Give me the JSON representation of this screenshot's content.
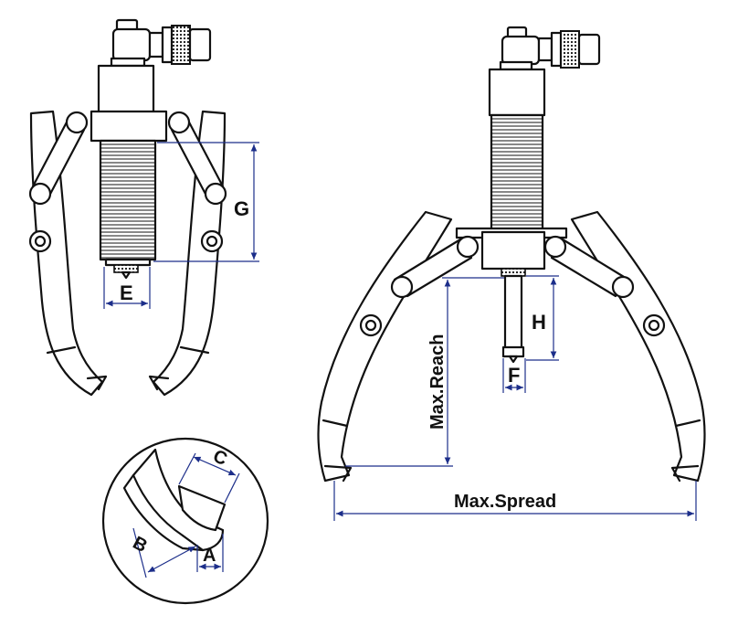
{
  "labels": {
    "e": "E",
    "g": "G",
    "h": "H",
    "f": "F",
    "max_reach": "Max.Reach",
    "max_spread": "Max.Spread",
    "a": "A",
    "b": "B",
    "c": "C"
  },
  "colors": {
    "ink": "#111111",
    "dimension_line": "#1c2e8a",
    "background": "#ffffff"
  }
}
